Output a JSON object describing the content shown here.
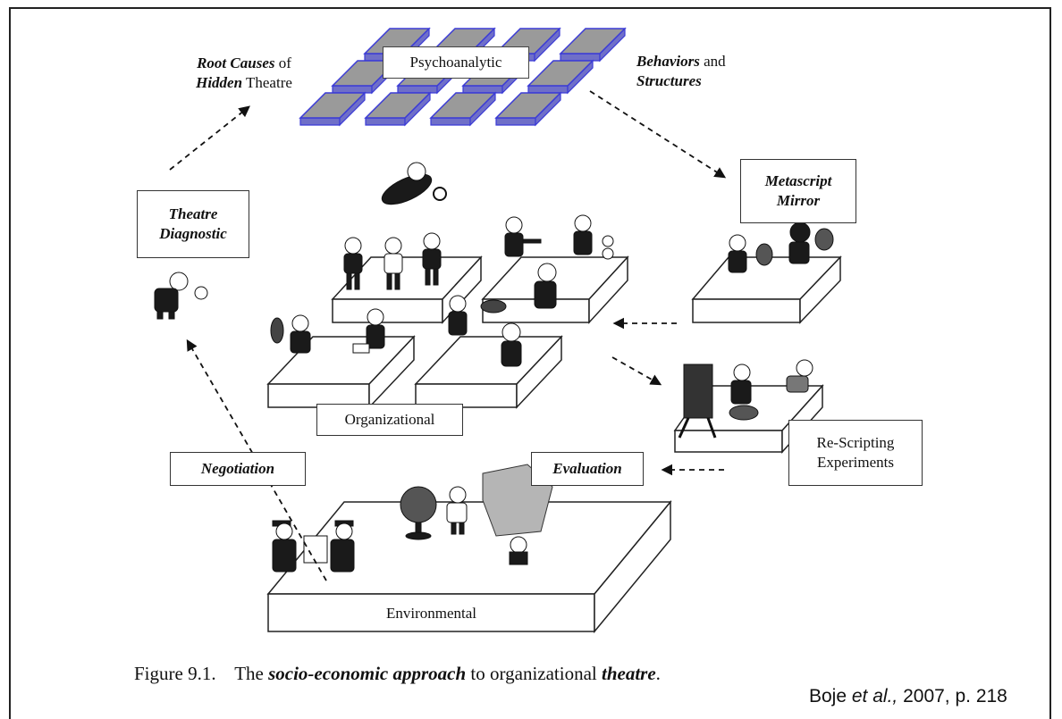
{
  "figure": {
    "root_causes": {
      "line1_bold": "Root Causes",
      "line1_rest": " of",
      "line2_bold": "Hidden",
      "line2_rest": " Theatre"
    },
    "psychoanalytic": "Psychoanalytic",
    "behaviors": {
      "line1_bold": "Behaviors",
      "line1_rest": " and",
      "line2_bold": "Structures"
    },
    "metascript": {
      "line1": "Metascript",
      "line2": "Mirror"
    },
    "theatre_diagnostic": {
      "line1": "Theatre",
      "line2": "Diagnostic"
    },
    "organizational": "Organizational",
    "re_scripting": {
      "line1": "Re-Scripting",
      "line2": "Experiments"
    },
    "negotiation": "Negotiation",
    "evaluation": "Evaluation",
    "environmental": "Environmental"
  },
  "caption": {
    "prefix": "Figure 9.1.    The ",
    "term1": "socio-economic approach",
    "middle": " to organizational ",
    "term2": "theatre",
    "suffix": "."
  },
  "citation": {
    "author": "Boje ",
    "etal": "et al.,",
    "rest": " 2007, p. 218"
  },
  "colors": {
    "tile_top": "#9a9a9a",
    "tile_edge": "#3b3bd6",
    "tile_side": "#6f6fc8"
  }
}
